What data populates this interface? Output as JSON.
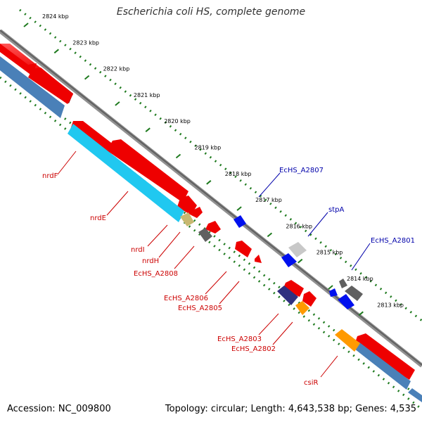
{
  "title": "Escherichia coli HS, complete genome",
  "accession": "Accession: NC_009800",
  "summary": "Topology: circular; Length: 4,643,538 bp; Genes: 4,535",
  "colors": {
    "red": "#ee0000",
    "blue_cds": "#4a80b8",
    "cyan": "#20c8f0",
    "dark_gray": "#606060",
    "light_gray": "#c8c8c8",
    "blue": "#0010ee",
    "navy": "#303080",
    "orange": "#ff9a00",
    "olive": "#c8b870",
    "tick_green": "#1e7a1e",
    "label_red": "#cc0000",
    "label_blue": "#0000aa"
  },
  "ticks": [
    "2824 kbp",
    "2823 kbp",
    "2822 kbp",
    "2821 kbp",
    "2820 kbp",
    "2819 kbp",
    "2818 kbp",
    "2817 kbp",
    "2816 kbp",
    "2815 kbp",
    "2814 kbp",
    "2813 kbp"
  ],
  "genes": [
    {
      "name": "nrdF",
      "side": "inner"
    },
    {
      "name": "nrdE",
      "side": "inner"
    },
    {
      "name": "nrdI",
      "side": "inner"
    },
    {
      "name": "nrdH",
      "side": "inner"
    },
    {
      "name": "EcHS_A2808",
      "side": "inner"
    },
    {
      "name": "EcHS_A2807",
      "side": "outer"
    },
    {
      "name": "stpA",
      "side": "outer"
    },
    {
      "name": "EcHS_A2806",
      "side": "inner"
    },
    {
      "name": "EcHS_A2805",
      "side": "inner"
    },
    {
      "name": "EcHS_A2801",
      "side": "outer"
    },
    {
      "name": "EcHS_A2803",
      "side": "inner"
    },
    {
      "name": "EcHS_A2802",
      "side": "inner"
    },
    {
      "name": "csiR",
      "side": "inner"
    }
  ]
}
